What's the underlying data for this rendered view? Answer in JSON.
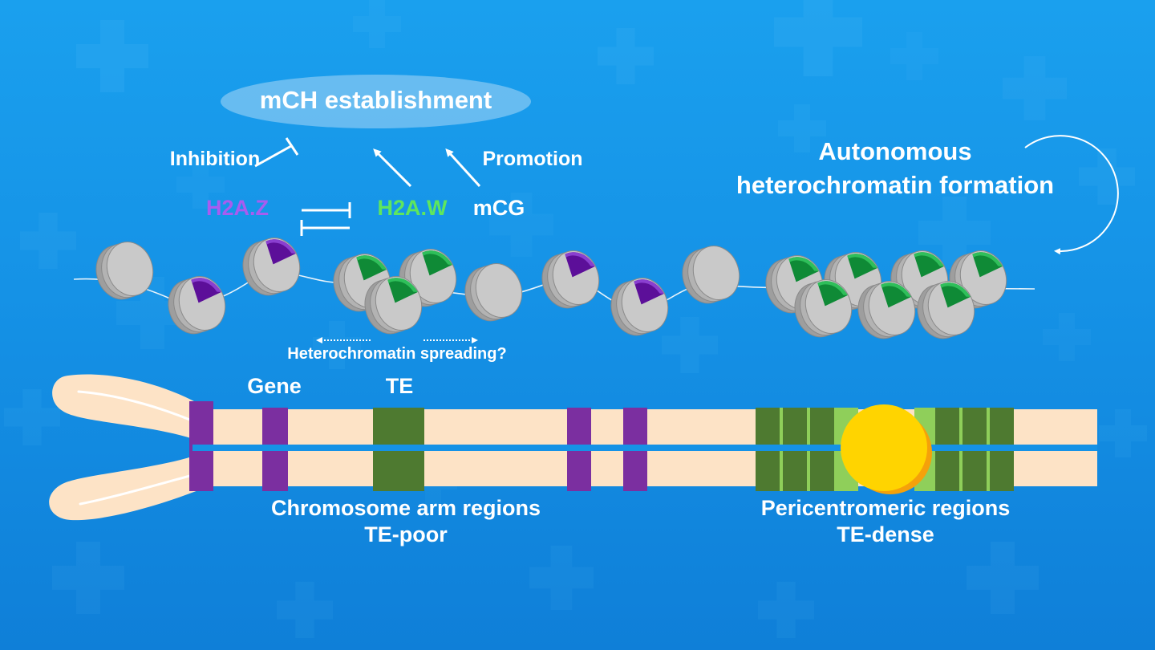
{
  "labels": {
    "mch_establishment": "mCH establishment",
    "inhibition": "Inhibition",
    "promotion": "Promotion",
    "h2az": "H2A.Z",
    "h2aw": "H2A.W",
    "mcg": "mCG",
    "autonomous_line1": "Autonomous",
    "autonomous_line2": "heterochromatin formation",
    "spreading": "Heterochromatin spreading?",
    "gene": "Gene",
    "te": "TE",
    "arm_line1": "Chromosome arm regions",
    "arm_line2": "TE-poor",
    "peri_line1": "Pericentromeric regions",
    "peri_line2": "TE-dense"
  },
  "colors": {
    "background": "#1592e6",
    "h2az": "#a85cf0",
    "h2aw": "#5ee65e",
    "gene_band": "#7b2fa0",
    "te_band": "#4e7a30",
    "chromosome": "#fde3c6",
    "centromere": "#ffd400",
    "nucleosome": "#c9c9c9",
    "h2az_patch": "#5c0f99",
    "h2aw_patch": "#0f8a36"
  },
  "nucleosomes": [
    {
      "mark": "none"
    },
    {
      "mark": "h2az"
    },
    {
      "mark": "h2az"
    },
    {
      "mark": "h2aw"
    },
    {
      "mark": "h2aw"
    },
    {
      "mark": "h2aw"
    },
    {
      "mark": "none"
    },
    {
      "mark": "h2az"
    },
    {
      "mark": "h2az"
    },
    {
      "mark": "none"
    },
    {
      "mark": "h2aw"
    },
    {
      "mark": "h2aw"
    },
    {
      "mark": "h2aw"
    },
    {
      "mark": "h2aw"
    },
    {
      "mark": "h2aw"
    },
    {
      "mark": "h2aw"
    },
    {
      "mark": "h2aw"
    }
  ]
}
